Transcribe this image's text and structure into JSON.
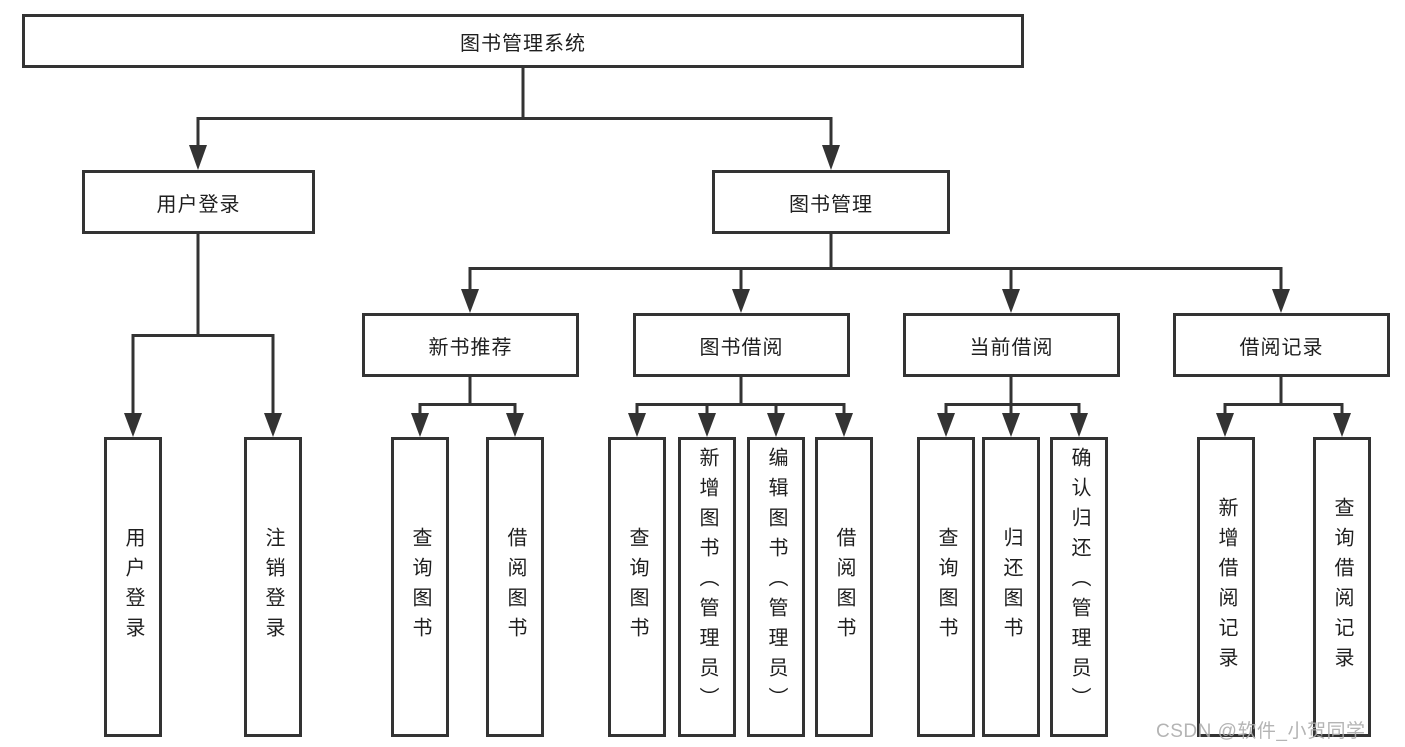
{
  "diagram": {
    "title": "图书管理系统",
    "root": {
      "label": "图书管理系统"
    },
    "branches": [
      {
        "label": "用户登录",
        "children": [
          {
            "label": "用户登录"
          },
          {
            "label": "注销登录"
          }
        ]
      },
      {
        "label": "图书管理",
        "children": [
          {
            "label": "新书推荐",
            "children": [
              {
                "label": "查询图书"
              },
              {
                "label": "借阅图书"
              }
            ]
          },
          {
            "label": "图书借阅",
            "children": [
              {
                "label": "查询图书"
              },
              {
                "label": "新增图书（管理员）"
              },
              {
                "label": "编辑图书（管理员）"
              },
              {
                "label": "借阅图书"
              }
            ]
          },
          {
            "label": "当前借阅",
            "children": [
              {
                "label": "查询图书"
              },
              {
                "label": "归还图书"
              },
              {
                "label": "确认归还（管理员）"
              }
            ]
          },
          {
            "label": "借阅记录",
            "children": [
              {
                "label": "新增借阅记录"
              },
              {
                "label": "查询借阅记录"
              }
            ]
          }
        ]
      }
    ]
  },
  "watermark": {
    "text": "CSDN @软件_小贺同学"
  },
  "colors": {
    "line": "#333333",
    "box_border": "#333333",
    "text": "#1f1f1f",
    "watermark_text": "#acacac",
    "background": "#ffffff"
  }
}
